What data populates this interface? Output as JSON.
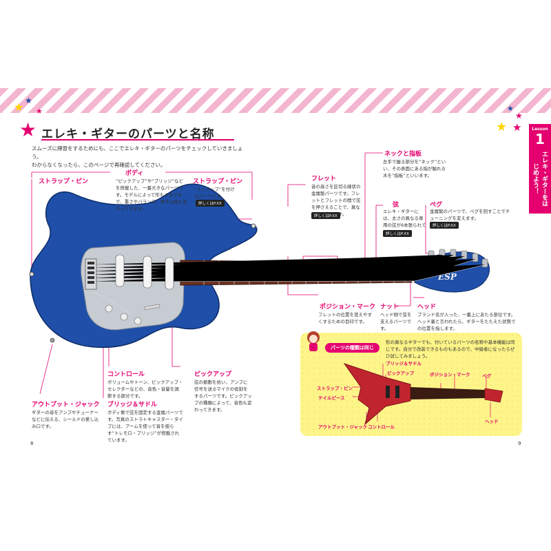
{
  "header": {
    "title": "エレキ・ギターのパーツと名称",
    "intro_1": "スムーズに練習をするためにも、ここでエレキ・ギターのパーツをチェックしていきましょう。",
    "intro_2": "わからなくなったら、このページで再確認してください。"
  },
  "side_tab": {
    "lesson_label": "Lesson",
    "lesson_number": "1",
    "vertical_text": "エレキ・ギターをはじめよう！"
  },
  "parts": {
    "body": {
      "label": "ボディ",
      "desc": "“ピックアップ”や“ブリッジ”などを搭載した、一番大きなパーツです。モデルによって形もさまざまで、重さやバランス、弾き心地も変わってきます。"
    },
    "strap_pin_left": {
      "label": "ストラップ・ピン"
    },
    "strap_pin_right": {
      "label": "ストラップ・ピン",
      "desc": "“ストラップ”を付けるパーツです。",
      "link": "詳しくはP.XX"
    },
    "fret": {
      "label": "フレット",
      "desc": "音の高さを区切る線状の金属製パーツです。フレットとフレットの間で弦を押さえることで、異なる音が出せます。",
      "link": "詳しくはP.XX"
    },
    "neck": {
      "label": "ネックと指板",
      "desc": "左手で握る部分を“ネック”といい、その表面にある指が触れる木を“指板”といいます。"
    },
    "string": {
      "label": "弦",
      "desc": "エレキ・ギターには、太さの異なる専用の弦が6本張られています。",
      "link": "詳しくはP.XX"
    },
    "peg": {
      "label": "ペグ",
      "desc": "金属製のパーツで、ペグを回すことでチューニングを変えます。",
      "link": "詳しくはP.XX"
    },
    "position_mark": {
      "label": "ポジション・マーク",
      "desc": "フレットの位置を覚えやすくするための目印です。"
    },
    "nut": {
      "label": "ナット",
      "desc": "ヘッド側で弦を支えるパーツです。"
    },
    "head": {
      "label": "ヘッド",
      "desc": "ブランド名が入った、一番上にあたる部位です。ヘッド裏と言われたら、ギターをたたえた状態での位置を指します。"
    },
    "control": {
      "label": "コントロール",
      "desc": "ボリュームやトーン、ピックアップ・セレクターなどの、音色・音量を調節する部分です。"
    },
    "pickup": {
      "label": "ピックアップ",
      "desc": "弦の振動を拾い、アンプに信号を送るマイクの役割をするパーツです。ピックアップの種類によって、音色も変わってきます。"
    },
    "output_jack": {
      "label": "アウトプット・ジャック",
      "desc": "ギターの音をアンプやチューナーなどに伝える、シールドの差し込み口です。"
    },
    "bridge": {
      "label": "ブリッジ＆サドル",
      "desc": "ボディ側で弦を固定する金属パーツです。写真のストラトキャスター・タイプには、アームを使って音を揺らす“トレモロ・ブリッジ”が搭載されています。"
    }
  },
  "headstock_logo": "ESP",
  "inset": {
    "badge": "パーツの種類は同じ",
    "text": "形の異なるギターでも、付いているパーツの名称や基本機能は同じです。自分で改装できるものもあるので、中級者になったらぜひ試してみましょう。",
    "labels": {
      "bridge": "ブリッジ＆サドル",
      "pickup": "ピックアップ",
      "position_mark": "ポジション・マーク",
      "peg": "ペグ",
      "strap_pin": "ストラップ・ピン",
      "tailpiece": "テイルピース",
      "output_jack": "アウトプット・ジャック",
      "control": "コントロール",
      "head": "ヘッド"
    }
  },
  "page_numbers": {
    "left": "8",
    "right": "9"
  },
  "colors": {
    "accent": "#e4006e",
    "guitar_body": "#1f4fa8",
    "inset_bg": "#fdf58a",
    "stripe": "#f3b5cf"
  }
}
